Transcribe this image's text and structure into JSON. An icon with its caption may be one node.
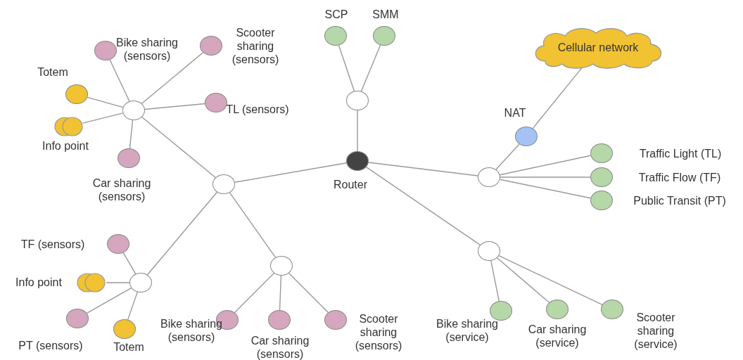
{
  "diagram": {
    "nodes": [
      {
        "text": [],
        "shape": "circle",
        "beside": [
          "SCP"
        ]
      },
      {
        "text": [],
        "shape": "circle",
        "beside": [
          "SMM"
        ]
      },
      {
        "text": [
          "Cellular network"
        ]
      },
      {
        "text": [],
        "shape": "circle",
        "beside": [
          "Bike sharing (sensors)"
        ]
      },
      {
        "text": [],
        "shape": "circle",
        "beside": [
          "Scooter sharing (sensors)"
        ]
      },
      {
        "text": [],
        "shape": "circle",
        "beside": [
          "Totem"
        ]
      },
      {
        "text": [],
        "shape": "circle"
      },
      {
        "text": [],
        "shape": "circle"
      },
      {
        "text": [],
        "shape": "circle",
        "beside": [
          "TL (sensors)"
        ]
      },
      {
        "text": [],
        "shape": "circle",
        "beside": [
          "Info point"
        ]
      },
      {
        "text": [],
        "shape": "circle",
        "beside": [
          "NAT"
        ]
      },
      {
        "text": [],
        "shape": "circle",
        "beside": [
          "Car sharing (sensors)"
        ]
      },
      {
        "text": [],
        "shape": "circle",
        "beside": [
          "Traffic Light (TL)"
        ]
      },
      {
        "text": [],
        "shape": "circle",
        "beside": [
          "Router"
        ]
      },
      {
        "text": [],
        "shape": "circle",
        "beside": [
          "Traffic Flow (TF)"
        ]
      },
      {
        "text": [],
        "shape": "circle"
      },
      {
        "text": [],
        "shape": "circle"
      },
      {
        "text": [],
        "shape": "circle",
        "beside": [
          "Public Transit (PT)"
        ]
      },
      {
        "text": [],
        "shape": "circle",
        "beside": [
          "TF (sensors)"
        ]
      },
      {
        "text": [],
        "shape": "circle"
      },
      {
        "text": [],
        "shape": "circle"
      },
      {
        "text": [],
        "shape": "circle",
        "beside": [
          "Info point"
        ]
      },
      {
        "text": [],
        "shape": "circle"
      },
      {
        "text": [],
        "shape": "circle",
        "beside": [
          "PT (sensors)"
        ]
      },
      {
        "text": [],
        "shape": "circle",
        "beside": [
          "Totem"
        ]
      },
      {
        "text": [],
        "shape": "circle",
        "beside": [
          "Bike sharing (sensors)"
        ]
      },
      {
        "text": [],
        "shape": "circle",
        "beside": [
          "Car sharing (sensors)"
        ]
      },
      {
        "text": [],
        "shape": "circle",
        "beside": [
          "Scooter sharing (sensors)"
        ]
      },
      {
        "text": [],
        "shape": "circle",
        "beside": [
          "Bike sharing (service)"
        ]
      },
      {
        "text": [],
        "shape": "circle",
        "beside": [
          "Car sharing (service)"
        ]
      },
      {
        "text": [],
        "shape": "circle",
        "beside": [
          "Scooter sharing (service)"
        ]
      }
    ],
    "edges": [
      {
        "from": 6,
        "to": 0,
        "arrow": "none"
      },
      {
        "from": 6,
        "to": 1,
        "arrow": "none"
      },
      {
        "from": 6,
        "to": 13,
        "arrow": "none"
      },
      {
        "from": 13,
        "to": 16,
        "arrow": "none"
      },
      {
        "from": 13,
        "to": 15,
        "arrow": "none"
      },
      {
        "from": 13,
        "to": 19,
        "arrow": "none"
      },
      {
        "from": 16,
        "to": 7,
        "arrow": "none"
      },
      {
        "from": 16,
        "to": 22,
        "arrow": "none"
      },
      {
        "from": 16,
        "to": 20,
        "arrow": "none"
      },
      {
        "from": 7,
        "to": 3,
        "arrow": "none"
      },
      {
        "from": 7,
        "to": 4,
        "arrow": "none"
      },
      {
        "from": 7,
        "to": 5,
        "arrow": "none"
      },
      {
        "from": 7,
        "to": 8,
        "arrow": "none"
      },
      {
        "from": 7,
        "to": 9,
        "arrow": "none"
      },
      {
        "from": 7,
        "to": 11,
        "arrow": "none"
      },
      {
        "from": 15,
        "to": 10,
        "arrow": "none"
      },
      {
        "from": 10,
        "to": 2,
        "arrow": "none"
      },
      {
        "from": 15,
        "to": 12,
        "arrow": "none"
      },
      {
        "from": 15,
        "to": 14,
        "arrow": "none"
      },
      {
        "from": 15,
        "to": 17,
        "arrow": "none"
      },
      {
        "from": 19,
        "to": 28,
        "arrow": "none"
      },
      {
        "from": 19,
        "to": 29,
        "arrow": "none"
      },
      {
        "from": 19,
        "to": 30,
        "arrow": "none"
      },
      {
        "from": 20,
        "to": 25,
        "arrow": "none"
      },
      {
        "from": 20,
        "to": 26,
        "arrow": "none"
      },
      {
        "from": 20,
        "to": 27,
        "arrow": "none"
      },
      {
        "from": 22,
        "to": 18,
        "arrow": "none"
      },
      {
        "from": 22,
        "to": 21,
        "arrow": "none"
      },
      {
        "from": 22,
        "to": 23,
        "arrow": "none"
      },
      {
        "from": 22,
        "to": 24,
        "arrow": "none"
      }
    ]
  }
}
